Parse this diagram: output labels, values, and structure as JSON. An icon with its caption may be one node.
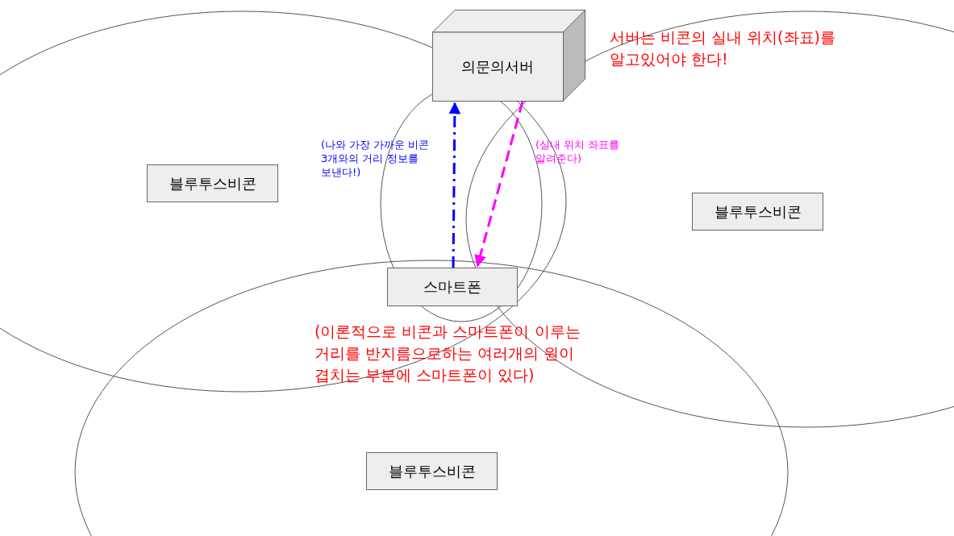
{
  "diagram": {
    "nodes": [
      {
        "text": [
          "의문의서버"
        ]
      },
      {
        "text": [
          "블루투스비콘"
        ]
      },
      {
        "text": [
          "블루투스비콘"
        ]
      },
      {
        "text": [
          "스마트폰"
        ]
      },
      {
        "text": [
          "블루투스비콘"
        ]
      }
    ],
    "edges": [
      {
        "from": 3,
        "to": 0,
        "arrow": "to",
        "label": "(나와 가장 가까운 비콘 3개와의 거리 정보를 보낸다!)",
        "style": "dashed",
        "color": "#0000ff"
      },
      {
        "from": 0,
        "to": 3,
        "arrow": "to",
        "label": "(실내 위치 좌표를 알려준다)",
        "style": "dashed",
        "color": "#ff00ff"
      }
    ],
    "labels": [
      "서버는 비콘의 실내 위치(좌표)를 알고있어야 한다!",
      "(이론적으로 비콘과 스마트폰이 이루는 거리를 반지름으로하는 여러개의 원이 겹치는 부분에 스마트폰이 있다)"
    ]
  }
}
